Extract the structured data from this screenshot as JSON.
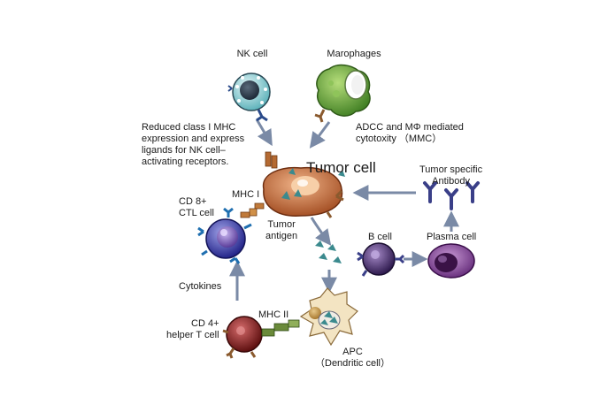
{
  "labels": {
    "nk_cell": "NK cell",
    "macrophages": "Marophages",
    "nk_note": [
      "Reduced class I MHC",
      "expression and express",
      "ligands for NK cell–",
      "activating receptors."
    ],
    "adcc_note": [
      "ADCC and MΦ mediated",
      "cytotoxity （MMC）"
    ],
    "tumor_cell": "Tumor cell",
    "tumor_antibody": [
      "Tumor specific",
      "Antibody"
    ],
    "mhc_i": "MHC I",
    "cd8": [
      "CD 8+",
      "CTL cell"
    ],
    "tumor_antigen": [
      "Tumor",
      "antigen"
    ],
    "b_cell": "B cell",
    "plasma_cell": "Plasma cell",
    "cytokines": "Cytokines",
    "cd4": [
      "CD 4+",
      "helper T cell"
    ],
    "mhc_ii": "MHC II",
    "apc": [
      "APC",
      "（Dendritic cell）"
    ]
  },
  "colors": {
    "arrow": "#7a8aa6",
    "nk_cell": "#8fd0d4",
    "macrophage": "#6fa83e",
    "tumor_cell": "#c8683a",
    "ctl_cell": "#3e3fa8",
    "b_cell": "#4a2f6e",
    "plasma_cell": "#7a3a8c",
    "helper_t_cell": "#8c1e1e",
    "apc": "#f3e4c2",
    "antibody": "#3a3f88",
    "antigen": "#3b8a8e",
    "receptor": "#8a5a2e"
  }
}
